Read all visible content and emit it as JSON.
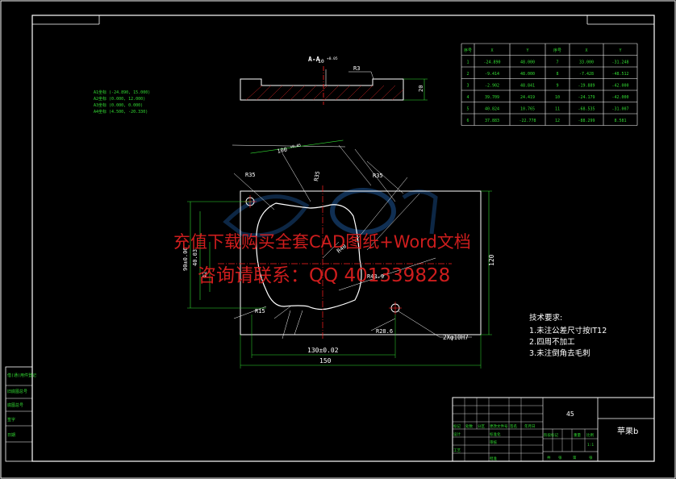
{
  "drawing": {
    "section_label": "A-A",
    "section_dims": {
      "depth": "10",
      "depth_tol": "+0.05",
      "radius": "R3",
      "thickness": "20"
    },
    "points_list": [
      {
        "label": "A1坐标",
        "value": "(-24.890, 15.000)"
      },
      {
        "label": "A2坐标",
        "value": "(0.000, 12.000)"
      },
      {
        "label": "A3坐标",
        "value": "(0.000, 0.000)"
      },
      {
        "label": "A4坐标",
        "value": "(4.500, -20.330)"
      }
    ],
    "coord_table": {
      "headers": [
        "序号",
        "X",
        "Y",
        "序号",
        "X",
        "Y"
      ],
      "rows": [
        [
          "1",
          "-24.890",
          "48.000",
          "7",
          "33.000",
          "-31.248"
        ],
        [
          "2",
          "-9.414",
          "48.000",
          "8",
          "-7.428",
          "-48.512"
        ],
        [
          "3",
          "-2.902",
          "48.841",
          "9",
          "-19.889",
          "-42.000"
        ],
        [
          "4",
          "39.709",
          "24.419",
          "10",
          "-24.179",
          "-42.000"
        ],
        [
          "5",
          "40.824",
          "10.765",
          "11",
          "-68.535",
          "-31.007"
        ],
        [
          "6",
          "37.883",
          "-22.778",
          "12",
          "-88.299",
          "8.581"
        ]
      ]
    },
    "dimensions": {
      "top_slot": "100",
      "top_slot_tol": "+0.05",
      "r35_left": "R35",
      "r35_right": "R35",
      "r35_top": "R35",
      "r40": "R40",
      "r43": "R43.9",
      "r15": "R15",
      "r28": "R28.6",
      "width_inner": "130±0.02",
      "width_outer": "150",
      "height_outer": "120",
      "height_a": "90±0.06",
      "height_b": "40.03",
      "height_c": "42",
      "holes": "2Xφ10H7"
    },
    "tech_req": {
      "title": "技术要求:",
      "items": [
        "1.未注公差尺寸按IT12",
        "2.四周不加工",
        "3.未注倒角去毛刺"
      ]
    },
    "title_block": {
      "material": "45",
      "part_name": "苹果b",
      "row_labels": [
        "标记",
        "处数",
        "分区",
        "更改文件号",
        "签名",
        "年月日"
      ],
      "role_labels": [
        "设计",
        "标准化",
        "审核",
        "工艺",
        "批准"
      ],
      "stage_labels": [
        "阶段标记",
        "重量",
        "比例"
      ],
      "scale": "1:1",
      "sheet_labels": [
        "共",
        "张",
        "第",
        "张"
      ]
    },
    "left_strip": [
      "借(通)用件登记",
      "旧底图总号",
      "底图总号",
      "签字",
      "日期"
    ]
  },
  "watermark": {
    "line1": "充值下载购买全套CAD图纸+Word文档",
    "line2": "咨询请联系：QQ 401339828"
  },
  "colors": {
    "background": "#000000",
    "line": "#ffffff",
    "dim": "#33dd33",
    "cyan": "#33dddd",
    "red": "#ff2020",
    "watermark": "#e02020"
  }
}
